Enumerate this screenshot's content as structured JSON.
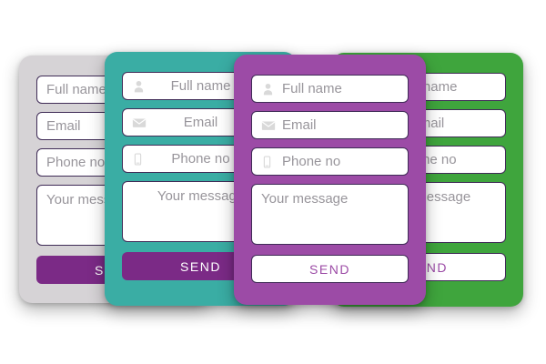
{
  "accent_colors": {
    "field_border": "#3f2b56",
    "placeholder_text": "#98959b",
    "icon_gray": "#d9d9d9",
    "page_background": "#ffffff"
  },
  "cards": [
    {
      "variant": "gray",
      "colors": {
        "card_bg": "#d6d3d6",
        "send_bg": "#7b2a86",
        "send_text": "#ffffff"
      },
      "fields": [
        {
          "placeholder": "Full name"
        },
        {
          "placeholder": "Email"
        },
        {
          "placeholder": "Phone no"
        }
      ],
      "message_placeholder": "Your message",
      "send_label": "SEND"
    },
    {
      "variant": "teal",
      "colors": {
        "card_bg": "#3aada4",
        "send_bg": "#7b2a86",
        "send_text": "#ffffff"
      },
      "fields": [
        {
          "placeholder": "Full name",
          "icon": "user-icon"
        },
        {
          "placeholder": "Email",
          "icon": "mail-icon"
        },
        {
          "placeholder": "Phone no",
          "icon": "phone-icon"
        }
      ],
      "message_placeholder": "Your message",
      "send_label": "SEND"
    },
    {
      "variant": "purple",
      "colors": {
        "card_bg": "#9c4ba6",
        "send_bg": "#ffffff",
        "send_text": "#9c4ba6"
      },
      "fields": [
        {
          "placeholder": "Full name",
          "icon": "user-icon"
        },
        {
          "placeholder": "Email",
          "icon": "mail-icon"
        },
        {
          "placeholder": "Phone no",
          "icon": "phone-icon"
        }
      ],
      "message_placeholder": "Your message",
      "send_label": "SEND"
    },
    {
      "variant": "green",
      "colors": {
        "card_bg": "#3fa53d",
        "send_bg": "#ffffff",
        "send_text": "#9c4ba6"
      },
      "fields": [
        {
          "placeholder": "Full name",
          "icon": "user-icon"
        },
        {
          "placeholder": "Email",
          "icon": "mail-icon"
        },
        {
          "placeholder": "Phone no",
          "icon": "phone-icon"
        }
      ],
      "message_placeholder": "Your message",
      "send_label": "SEND"
    }
  ]
}
